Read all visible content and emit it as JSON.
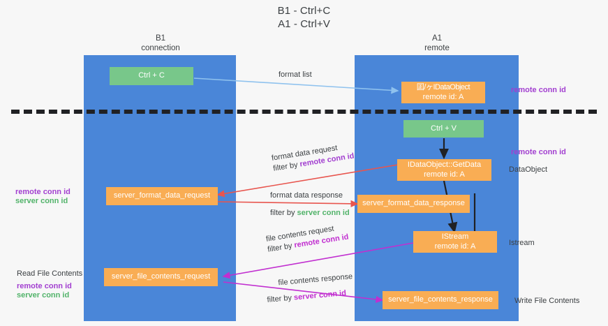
{
  "title": {
    "line1": "B1 - Ctrl+C",
    "line2": "A1 - Ctrl+V"
  },
  "columns": [
    {
      "id": "b1",
      "name": "B1",
      "role": "connection"
    },
    {
      "id": "a1",
      "name": "A1",
      "role": "remote"
    }
  ],
  "nodes": {
    "ctrl_c": {
      "line1": "Ctrl + C",
      "line2": ""
    },
    "idataobject": {
      "line1": "囸/ヶIDataObject",
      "line2": "remote id: A"
    },
    "ctrl_v": {
      "line1": "Ctrl + V",
      "line2": ""
    },
    "getdata": {
      "line1": "IDataObject::GetData",
      "line2": "remote id: A"
    },
    "server_format_data_request": {
      "line1": "server_format_data_request",
      "line2": ""
    },
    "server_format_data_response": {
      "line1": "server_format_data_response",
      "line2": ""
    },
    "istream": {
      "line1": "IStream",
      "line2": "remote id: A"
    },
    "server_file_contents_request": {
      "line1": "server_file_contents_request",
      "line2": ""
    },
    "server_file_contents_response": {
      "line1": "server_file_contents_response",
      "line2": ""
    }
  },
  "side_labels": {
    "remote_conn_id_top": "remote conn id",
    "remote_conn_id_mid": "remote conn id",
    "dataobject": "DataObject",
    "istream": "Istream",
    "write_file_contents": "Write File Contents",
    "read_file_contents": "Read File Contents",
    "left_remote_conn_id_mid": "remote conn id",
    "left_server_conn_id_mid": "server conn id",
    "left_remote_conn_id_bottom": "remote conn id",
    "left_server_conn_id_bottom": "server conn id"
  },
  "edges": {
    "format_list": {
      "text": "format list"
    },
    "format_data_request": {
      "line1": "format data request",
      "line2_prefix": "filter by ",
      "line2_key": "remote conn id"
    },
    "format_data_response": {
      "line1": "format data response",
      "line2_prefix": "filter by ",
      "line2_key": "server conn id"
    },
    "file_contents_request": {
      "line1": "file contents request",
      "line2_prefix": "filter by ",
      "line2_key": "remote conn id"
    },
    "file_contents_response": {
      "line1": "file contents response",
      "line2_prefix": "filter by ",
      "line2_key": "server conn id"
    }
  },
  "colors": {
    "lane": "#4a86d8",
    "green_node": "#78c78a",
    "orange_node": "#f9ad54",
    "purple": "#a23fd0",
    "green_text": "#52b36a",
    "magenta_arrow": "#c12fd0",
    "red_arrow": "#e8554e",
    "light_blue_arrow": "#8fc2ee",
    "background": "#f7f7f7",
    "text": "#3c4043"
  }
}
